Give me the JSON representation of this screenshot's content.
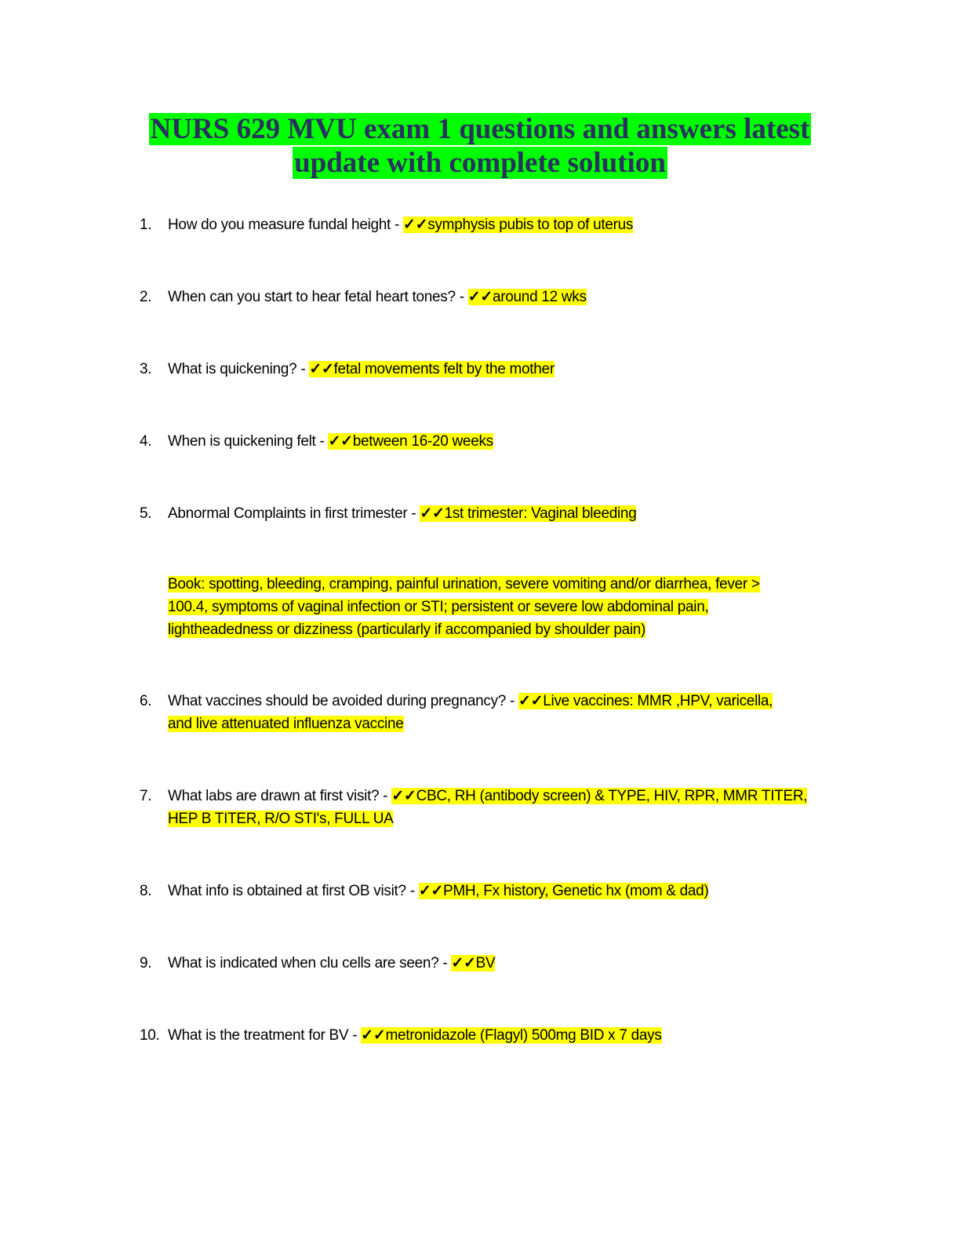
{
  "title": {
    "line1": "NURS 629 MVU exam 1 questions and answers latest",
    "line2": "update with complete solution"
  },
  "check": "✓✓",
  "items": [
    {
      "num": "1.",
      "q": "How do you measure fundal height - ",
      "a": "symphysis pubis to top of uterus"
    },
    {
      "num": "2.",
      "q": "When can you start to hear fetal heart tones? - ",
      "a": "around 12 wks"
    },
    {
      "num": "3.",
      "q": "What is quickening? - ",
      "a": "fetal movements felt by the mother"
    },
    {
      "num": "4.",
      "q": "When is quickening felt - ",
      "a": "between 16-20 weeks"
    },
    {
      "num": "5.",
      "q": "Abnormal Complaints in first trimester - ",
      "a": "1st trimester: Vaginal bleeding"
    },
    {
      "num": "6.",
      "q": "What vaccines should be avoided during pregnancy? - ",
      "a": "Live vaccines: MMR ,HPV, varicella,",
      "a2": "and live attenuated influenza vaccine"
    },
    {
      "num": "7.",
      "q": "What labs are drawn at first visit? - ",
      "a": "CBC, RH (antibody screen) & TYPE, HIV, RPR, MMR TITER,",
      "a2": "HEP B TITER, R/O STI's, FULL UA"
    },
    {
      "num": "8.",
      "q": "What info is obtained at first OB visit? - ",
      "a": "PMH, Fx history, Genetic hx (mom & dad)"
    },
    {
      "num": "9.",
      "q": "What is indicated when clu cells are seen? - ",
      "a": "BV"
    },
    {
      "num": "10.",
      "q": "What is the treatment for BV - ",
      "a": "metronidazole (Flagyl) 500mg BID x 7 days"
    }
  ],
  "book_note": {
    "lines": [
      "Book: spotting, bleeding, cramping, painful urination, severe vomiting and/or diarrhea, fever >",
      "100.4, symptoms of vaginal infection or STI; persistent or severe low abdominal pain,",
      "lightheadedness or dizziness (particularly if accompanied by shoulder pain)"
    ]
  }
}
